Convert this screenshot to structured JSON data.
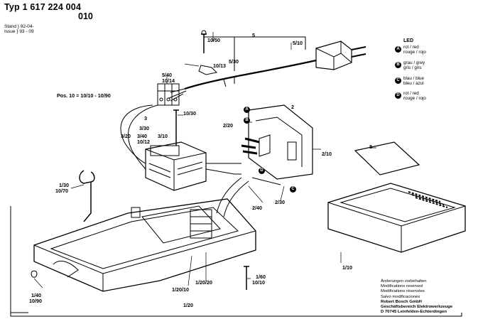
{
  "header": {
    "title": "Typ 1 617 224 004",
    "subtitle": "010",
    "stand": "Stand } 92-04-",
    "issue": "Issue } 93 - 09"
  },
  "legend": {
    "title": "LED",
    "items": [
      {
        "badge": "A",
        "line1": "rot / red",
        "line2": "rouge / rojo"
      },
      {
        "badge": "B",
        "line1": "grau / grey",
        "line2": "gris / gris"
      },
      {
        "badge": "C",
        "line1": "blau / blue",
        "line2": "bleu / azul"
      },
      {
        "badge": "D",
        "line1": "rot / red",
        "line2": "rouge / rojo"
      }
    ]
  },
  "position_note": "Pos. 10 = 10/10 - 10/90",
  "labels": [
    "5",
    "10/50",
    "5/30",
    "5/10",
    "10/13",
    "5/40",
    "10/14",
    "10/30",
    "2",
    "3",
    "3/30",
    "3/20",
    "3/40",
    "3/10",
    "10/12",
    "2/20",
    "2/10",
    "8",
    "1/30",
    "10/70",
    "2/40",
    "2/30",
    "1/60",
    "10/10",
    "1/10",
    "1/20/10",
    "1/20/20",
    "1/20",
    "1/40",
    "10/90"
  ],
  "callouts": [
    "A",
    "B",
    "C",
    "D"
  ],
  "footer": {
    "lines": [
      "Änderungen vorbehalten",
      "Modifications reserved",
      "Modifications réservées",
      "Salvo modificaciones"
    ],
    "company": "Robert Bosch GmbH",
    "division": "Geschäftsbereich Elektrowerkzeuge",
    "address": "D 70745 Leinfelden-Echterdingen"
  }
}
